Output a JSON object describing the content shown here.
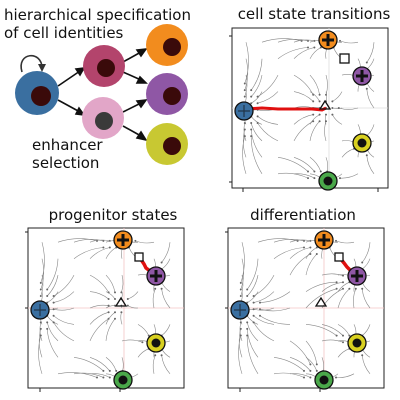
{
  "lineage": {
    "title_line1": "hierarchical specification",
    "title_line2": "of cell identities",
    "enhancer_line1": "enhancer",
    "enhancer_line2": "selection",
    "colors": {
      "progenitor": "#3a6fa0",
      "intermediate_magenta": "#b3446c",
      "intermediate_pink": "#e2a6c8",
      "orange": "#f28c1e",
      "purple": "#8f57a5",
      "yellow_green": "#c8c832",
      "nucleus": "#3a0a0a",
      "nucleus_pink": "#3a3a3a"
    }
  },
  "panels": [
    {
      "id": "cell-state-transitions",
      "title": "cell state transitions"
    },
    {
      "id": "progenitor-states",
      "title": "progenitor states"
    },
    {
      "id": "differentiation",
      "title": "differentiation"
    }
  ],
  "markers": {
    "orange": "#f28c1e",
    "purple": "#8f57a5",
    "blue": "#3a6fa0",
    "yellow": "#d8d020",
    "green": "#4aa84a",
    "trajectory": "#e01010"
  }
}
